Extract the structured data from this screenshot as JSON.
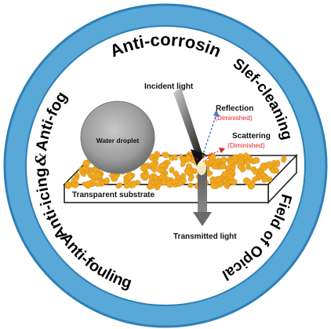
{
  "ring": {
    "top": "Anti-corrosin",
    "right_top": "Slef-cleaning",
    "right_bottom": "Field of Opical",
    "bottom": "Anti-fouling",
    "left_a": "Anti-icing",
    "left_amp": "&",
    "left_b": "Anti-fog",
    "colors": {
      "ring": "#58a9d8",
      "ring_edge": "#2f7fb6",
      "inner": "#ffffff"
    }
  },
  "labels": {
    "incident": "Incident light",
    "reflection": "Reflection",
    "reflection_sub": "(Diminished)",
    "scattering": "Scattering",
    "scattering_sub": "(Diminished)",
    "water": "Water droplet",
    "substrate": "Transparent substrate",
    "transmitted": "Transmitted light"
  },
  "colors": {
    "particles": "#f0a81e",
    "particle_edge": "#c9821a",
    "droplet": "#a9a9a9",
    "accent_red": "#d9252b",
    "reflect_arrow": "#3a7fd0"
  }
}
